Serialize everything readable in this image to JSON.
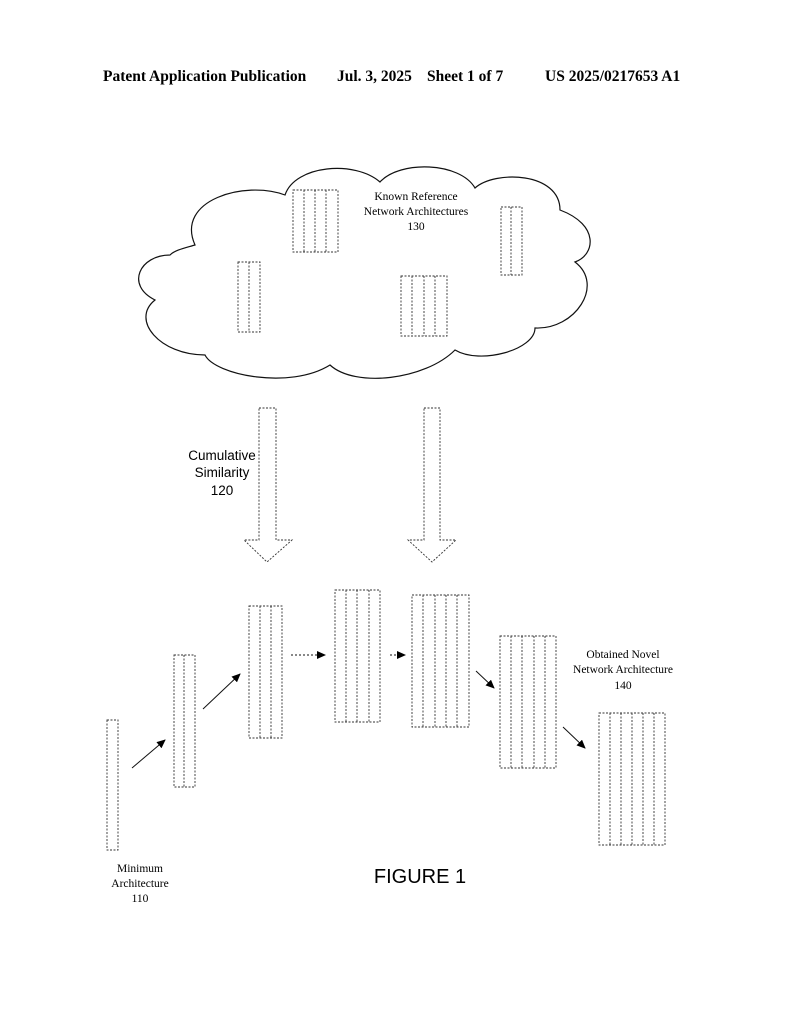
{
  "header": {
    "publication": "Patent Application Publication",
    "date": "Jul. 3, 2025",
    "sheet": "Sheet 1 of 7",
    "number": "US 2025/0217653 A1"
  },
  "diagram": {
    "reference": {
      "line1": "Known Reference",
      "line2": "Network Architectures",
      "number": "130"
    },
    "similarity": {
      "line1": "Cumulative",
      "line2": "Similarity",
      "number": "120"
    },
    "minimum": {
      "line1": "Minimum",
      "line2": "Architecture",
      "number": "110"
    },
    "novel": {
      "line1": "Obtained Novel",
      "line2": "Network Architecture",
      "number": "140"
    },
    "caption": "FIGURE 1"
  }
}
